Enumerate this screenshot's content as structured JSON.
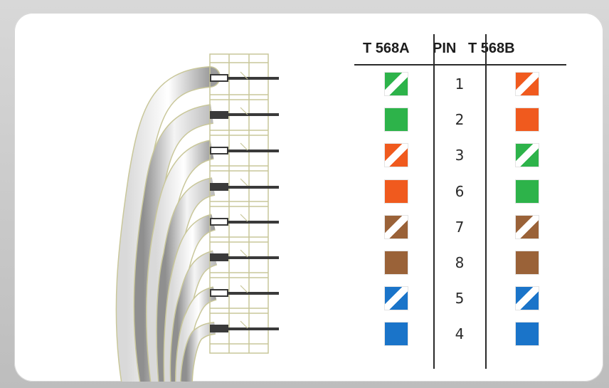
{
  "table": {
    "header_a": "T 568A",
    "header_pin": "PIN",
    "header_b": "T 568B"
  },
  "rows": [
    {
      "pin": "1",
      "a": {
        "color": "#2db34a",
        "striped": true
      },
      "b": {
        "color": "#f05a1e",
        "striped": true
      }
    },
    {
      "pin": "2",
      "a": {
        "color": "#2db34a",
        "striped": false
      },
      "b": {
        "color": "#f05a1e",
        "striped": false
      }
    },
    {
      "pin": "3",
      "a": {
        "color": "#f05a1e",
        "striped": true
      },
      "b": {
        "color": "#2db34a",
        "striped": true
      }
    },
    {
      "pin": "6",
      "a": {
        "color": "#f05a1e",
        "striped": false
      },
      "b": {
        "color": "#2db34a",
        "striped": false
      }
    },
    {
      "pin": "7",
      "a": {
        "color": "#9a6238",
        "striped": true
      },
      "b": {
        "color": "#9a6238",
        "striped": true
      }
    },
    {
      "pin": "8",
      "a": {
        "color": "#9a6238",
        "striped": false
      },
      "b": {
        "color": "#9a6238",
        "striped": false
      }
    },
    {
      "pin": "5",
      "a": {
        "color": "#1a74c9",
        "striped": true
      },
      "b": {
        "color": "#1a74c9",
        "striped": true
      }
    },
    {
      "pin": "4",
      "a": {
        "color": "#1a74c9",
        "striped": false
      },
      "b": {
        "color": "#1a74c9",
        "striped": false
      }
    }
  ],
  "connector": {
    "outline_color": "#c9c79a",
    "wire_color": "#3a3a3a",
    "conductor_fill_solid": "#3a3a3a",
    "conductor_fill_striped": "#ffffff"
  }
}
